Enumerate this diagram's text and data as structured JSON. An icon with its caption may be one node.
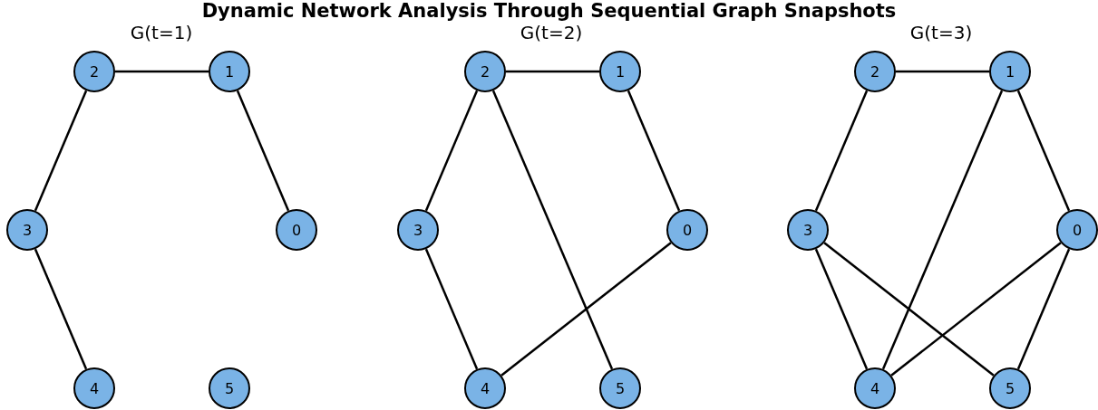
{
  "diagram": {
    "title": "Dynamic Network Analysis Through Sequential Graph Snapshots",
    "nodes": [
      {
        "text": [
          "2"
        ]
      },
      {
        "text": [
          "1"
        ]
      },
      {
        "text": [
          "3"
        ]
      },
      {
        "text": [
          "0"
        ]
      },
      {
        "text": [
          "4"
        ]
      },
      {
        "text": [
          "5"
        ]
      },
      {
        "text": [
          "2"
        ]
      },
      {
        "text": [
          "1"
        ]
      },
      {
        "text": [
          "3"
        ]
      },
      {
        "text": [
          "0"
        ]
      },
      {
        "text": [
          "4"
        ]
      },
      {
        "text": [
          "5"
        ]
      },
      {
        "text": [
          "2"
        ]
      },
      {
        "text": [
          "1"
        ]
      },
      {
        "text": [
          "3"
        ]
      },
      {
        "text": [
          "0"
        ]
      },
      {
        "text": [
          "4"
        ]
      },
      {
        "text": [
          "5"
        ]
      }
    ],
    "edges": [
      {
        "from": 0,
        "to": 1,
        "arrow": "none"
      },
      {
        "from": 1,
        "to": 3,
        "arrow": "none"
      },
      {
        "from": 0,
        "to": 2,
        "arrow": "none"
      },
      {
        "from": 2,
        "to": 4,
        "arrow": "none"
      },
      {
        "from": 6,
        "to": 7,
        "arrow": "none"
      },
      {
        "from": 7,
        "to": 9,
        "arrow": "none"
      },
      {
        "from": 6,
        "to": 8,
        "arrow": "none"
      },
      {
        "from": 6,
        "to": 11,
        "arrow": "none"
      },
      {
        "from": 8,
        "to": 10,
        "arrow": "none"
      },
      {
        "from": 9,
        "to": 10,
        "arrow": "none"
      },
      {
        "from": 12,
        "to": 13,
        "arrow": "none"
      },
      {
        "from": 13,
        "to": 15,
        "arrow": "none"
      },
      {
        "from": 12,
        "to": 14,
        "arrow": "none"
      },
      {
        "from": 13,
        "to": 16,
        "arrow": "none"
      },
      {
        "from": 14,
        "to": 16,
        "arrow": "none"
      },
      {
        "from": 14,
        "to": 17,
        "arrow": "none"
      },
      {
        "from": 15,
        "to": 16,
        "arrow": "none"
      },
      {
        "from": 15,
        "to": 17,
        "arrow": "none"
      }
    ],
    "labels": [
      "G(t=1)",
      "G(t=2)",
      "G(t=3)"
    ]
  }
}
